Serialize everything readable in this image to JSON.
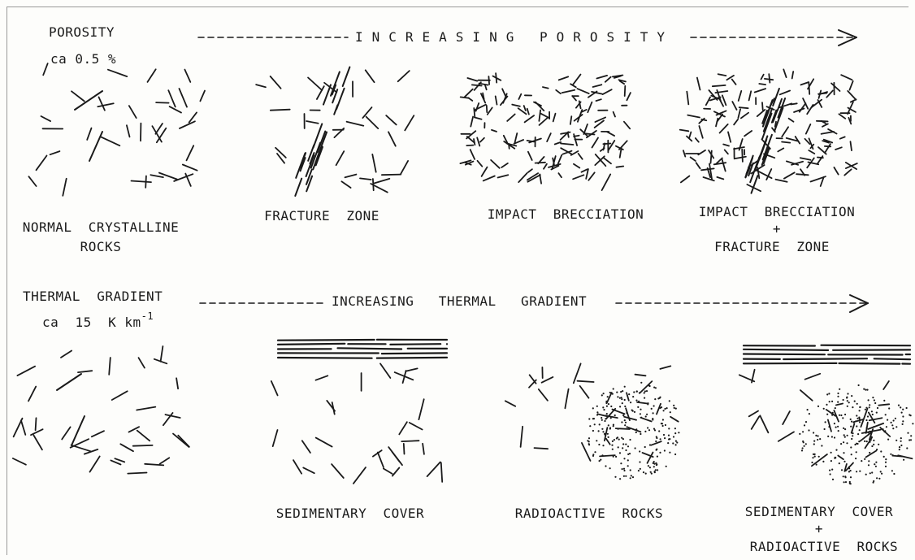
{
  "porosity": {
    "label": "POROSITY",
    "value": "ca 0.5 %",
    "arrow_label": "INCREASING POROSITY",
    "panels": [
      {
        "lines": [
          "NORMAL  CRYSTALLINE",
          "ROCKS"
        ]
      },
      {
        "lines": [
          "FRACTURE  ZONE"
        ]
      },
      {
        "lines": [
          "IMPACT  BRECCIATION"
        ]
      },
      {
        "lines": [
          "IMPACT  BRECCIATION",
          "+",
          "FRACTURE  ZONE"
        ]
      }
    ]
  },
  "thermal": {
    "label": "THERMAL  GRADIENT",
    "value_prefix": "ca  15  K km",
    "value_exp": "-1",
    "arrow_label": "INCREASING   THERMAL   GRADIENT",
    "panels": [
      {
        "lines": [
          "SEDIMENTARY  COVER"
        ]
      },
      {
        "lines": [
          "RADIOACTIVE  ROCKS"
        ]
      },
      {
        "lines": [
          "SEDIMENTARY  COVER",
          "+",
          "RADIOACTIVE  ROCKS"
        ]
      }
    ]
  },
  "colors": {
    "ink": "#1a1a1a",
    "paper": "#fdfdfb"
  }
}
